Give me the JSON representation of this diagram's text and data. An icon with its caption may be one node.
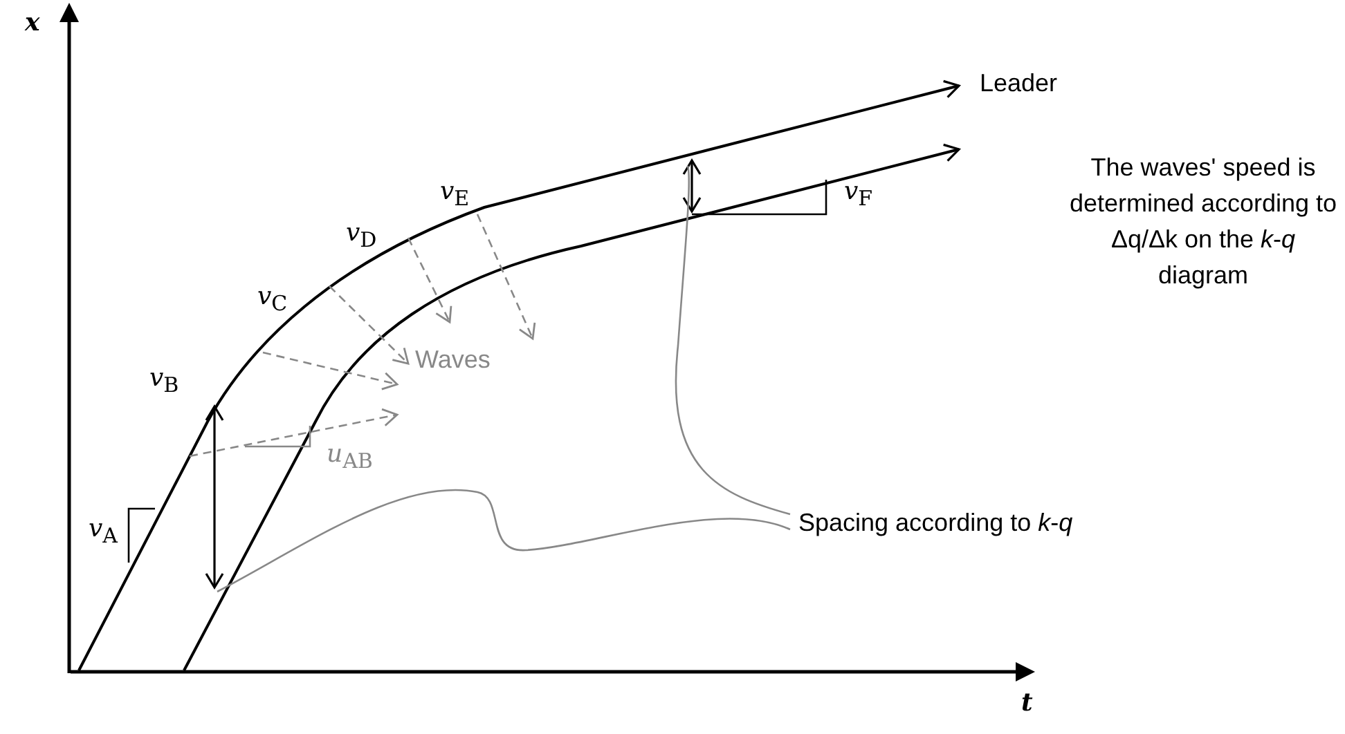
{
  "diagram": {
    "nodes": [
      {
        "text": [
          "Spacing according to *k*-*q*"
        ]
      },
      {
        "text": [],
        "shape": "arrow"
      },
      {
        "text": [],
        "shape": "arrow"
      }
    ],
    "edges": [
      {
        "from": 0,
        "to": 1,
        "arrow": "none"
      },
      {
        "from": 0,
        "to": 2,
        "arrow": "none"
      }
    ],
    "labels": [
      "*x*",
      "Leader",
      "*v*$_{E}$",
      "*v*$_{D}$",
      "*v*$_{F}$",
      "*v*$_{C}$",
      "The waves' speed is determined according to Δq/Δk on the *k*-*q* diagram",
      "*v*$_{B}$",
      "Waves",
      "*u*$_{AB}$",
      "*v*$_{A}$",
      "*t*"
    ]
  }
}
